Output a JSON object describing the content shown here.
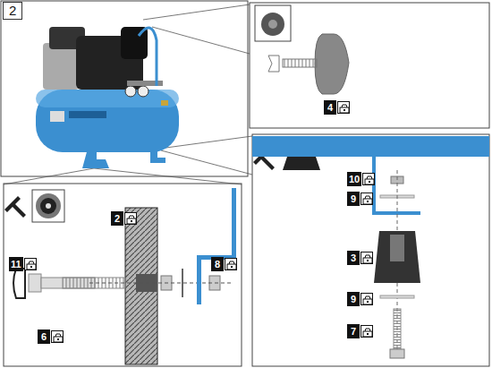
{
  "diagram": {
    "labels": [
      "2",
      "4",
      "10",
      "9",
      "3",
      "9",
      "7",
      "11",
      "2",
      "6",
      "8"
    ]
  }
}
